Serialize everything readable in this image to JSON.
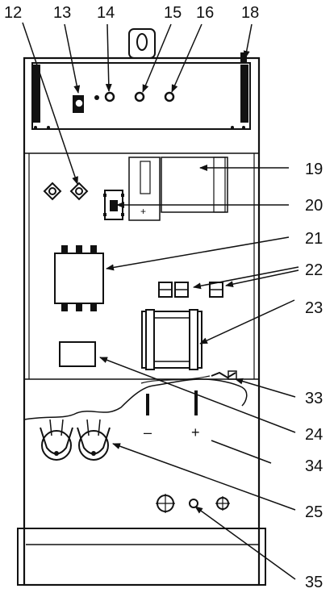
{
  "callouts": {
    "c12": "12",
    "c13": "13",
    "c14": "14",
    "c15": "15",
    "c16": "16",
    "c18": "18",
    "c19": "19",
    "c20": "20",
    "c21": "21",
    "c22": "22",
    "c23": "23",
    "c33": "33",
    "c24": "24",
    "c34": "34",
    "c25": "25",
    "c35": "35"
  },
  "marks": {
    "minus": "–",
    "plus": "+",
    "small_plus": "+"
  }
}
